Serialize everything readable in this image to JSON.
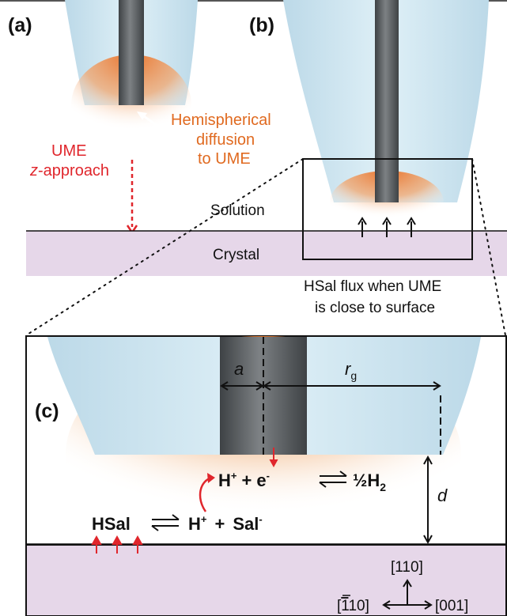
{
  "panels": {
    "a": {
      "label": "(a)",
      "approach_line1": "UME",
      "approach_line2": "z-approach",
      "diffusion_line1": "Hemispherical",
      "diffusion_line2": "diffusion",
      "diffusion_line3": "to UME"
    },
    "b": {
      "label": "(b)",
      "solution": "Solution",
      "crystal": "Crystal",
      "flux_line1": "HSal flux when UME",
      "flux_line2": "is close to surface"
    },
    "c": {
      "label": "(c)",
      "radius_a": "a",
      "radius_rg": "r",
      "radius_rg_sub": "g",
      "distance_d": "d",
      "reaction_top": {
        "h": "H",
        "plus_charge": "+",
        "plus": "+",
        "e": "e",
        "minus_charge": "-",
        "product": "½H",
        "product_sub": "2"
      },
      "reaction_bottom": {
        "reactant": "HSal",
        "h": "H",
        "plus_charge": "+",
        "plus": "+",
        "sal": "Sal",
        "minus_charge": "-"
      },
      "axes": {
        "up": "[110]",
        "left_bar": "1",
        "left_prefix": "[",
        "left_suffix": "10]",
        "right": "[001]"
      }
    }
  },
  "colors": {
    "tip_glass": "#cde5f0",
    "electrode": "#5a5e61",
    "crystal": "#e6d7e9",
    "diffusion": "#e8843c",
    "red_text": "#e0262c",
    "orange_text": "#e06a20",
    "arrow_red": "#e0262c"
  }
}
